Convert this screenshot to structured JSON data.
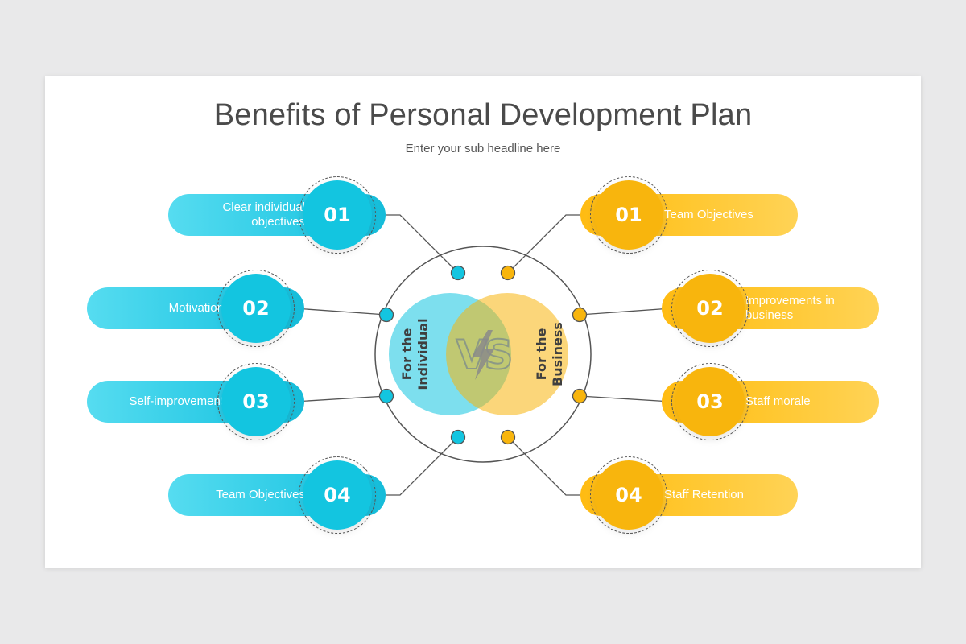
{
  "title": "Benefits of Personal Development Plan",
  "subtitle": "Enter your sub headline here",
  "venn": {
    "left_label": "For the Individual",
    "right_label": "For the Business",
    "center_text": "VS"
  },
  "individual": {
    "items": [
      {
        "number": "01",
        "line1": "Clear individual",
        "line2": "objectives"
      },
      {
        "number": "02",
        "line1": "Motivation",
        "line2": ""
      },
      {
        "number": "03",
        "line1": "Self-improvement",
        "line2": ""
      },
      {
        "number": "04",
        "line1": "Team Objectives",
        "line2": ""
      }
    ]
  },
  "business": {
    "items": [
      {
        "number": "01",
        "line1": "Team Objectives",
        "line2": ""
      },
      {
        "number": "02",
        "line1": "Improvements in",
        "line2": "business"
      },
      {
        "number": "03",
        "line1": "Staff morale",
        "line2": ""
      },
      {
        "number": "04",
        "line1": "Staff Retention",
        "line2": ""
      }
    ]
  },
  "colors": {
    "individual": "#13c5e0",
    "business": "#f8b50d",
    "connector": "#555555"
  }
}
